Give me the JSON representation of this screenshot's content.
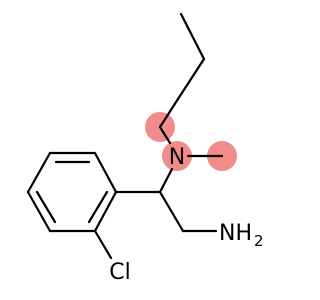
{
  "molecule": {
    "atoms": {
      "nitrogen": "N",
      "chlorine": "Cl",
      "amine": "NH",
      "amine_subscript": "2"
    },
    "colors": {
      "bond": "#000000",
      "highlight": "#f28b8b",
      "label": "#000000"
    }
  }
}
